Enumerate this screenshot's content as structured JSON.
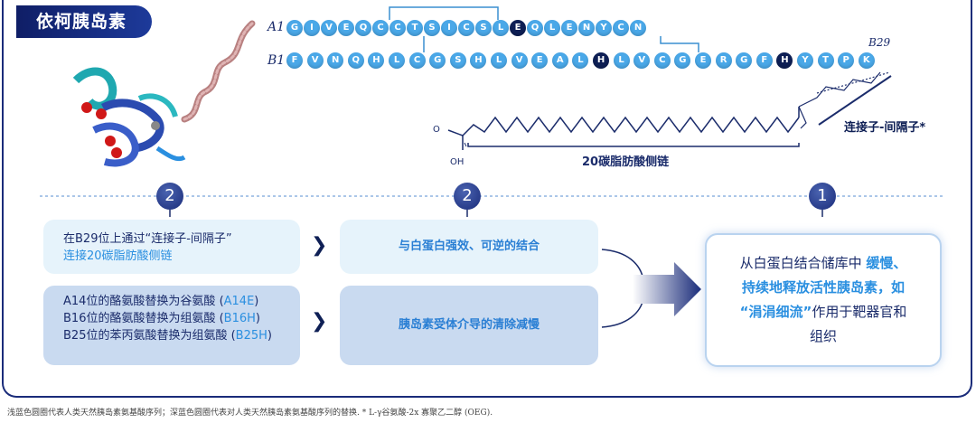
{
  "title": "依柯胰岛素",
  "chains": {
    "a_label": "A1",
    "b_label": "B1",
    "b29_label": "B29",
    "a": [
      {
        "aa": "G",
        "dark": false
      },
      {
        "aa": "I",
        "dark": false
      },
      {
        "aa": "V",
        "dark": false
      },
      {
        "aa": "E",
        "dark": false
      },
      {
        "aa": "Q",
        "dark": false
      },
      {
        "aa": "C",
        "dark": false
      },
      {
        "aa": "C",
        "dark": false
      },
      {
        "aa": "T",
        "dark": false
      },
      {
        "aa": "S",
        "dark": false
      },
      {
        "aa": "I",
        "dark": false
      },
      {
        "aa": "C",
        "dark": false
      },
      {
        "aa": "S",
        "dark": false
      },
      {
        "aa": "L",
        "dark": false
      },
      {
        "aa": "E",
        "dark": true
      },
      {
        "aa": "Q",
        "dark": false
      },
      {
        "aa": "L",
        "dark": false
      },
      {
        "aa": "E",
        "dark": false
      },
      {
        "aa": "N",
        "dark": false
      },
      {
        "aa": "Y",
        "dark": false
      },
      {
        "aa": "C",
        "dark": false
      },
      {
        "aa": "N",
        "dark": false
      }
    ],
    "b": [
      {
        "aa": "F",
        "dark": false
      },
      {
        "aa": "V",
        "dark": false
      },
      {
        "aa": "N",
        "dark": false
      },
      {
        "aa": "Q",
        "dark": false
      },
      {
        "aa": "H",
        "dark": false
      },
      {
        "aa": "L",
        "dark": false
      },
      {
        "aa": "C",
        "dark": false
      },
      {
        "aa": "G",
        "dark": false
      },
      {
        "aa": "S",
        "dark": false
      },
      {
        "aa": "H",
        "dark": false
      },
      {
        "aa": "L",
        "dark": false
      },
      {
        "aa": "V",
        "dark": false
      },
      {
        "aa": "E",
        "dark": false
      },
      {
        "aa": "A",
        "dark": false
      },
      {
        "aa": "L",
        "dark": false
      },
      {
        "aa": "H",
        "dark": true
      },
      {
        "aa": "L",
        "dark": false
      },
      {
        "aa": "V",
        "dark": false
      },
      {
        "aa": "C",
        "dark": false
      },
      {
        "aa": "G",
        "dark": false
      },
      {
        "aa": "E",
        "dark": false
      },
      {
        "aa": "R",
        "dark": false
      },
      {
        "aa": "G",
        "dark": false
      },
      {
        "aa": "F",
        "dark": false
      },
      {
        "aa": "H",
        "dark": true
      },
      {
        "aa": "Y",
        "dark": false
      },
      {
        "aa": "T",
        "dark": false
      },
      {
        "aa": "P",
        "dark": false
      },
      {
        "aa": "K",
        "dark": false
      }
    ]
  },
  "structure": {
    "linker_label": "连接子-间隔子*",
    "chain_label": "20碳脂肪酸侧链",
    "o_label": "O",
    "oh_label": "OH"
  },
  "steps": {
    "n2a": "2",
    "n2b": "2",
    "n1": "1"
  },
  "left_top": {
    "line1": "在B29位上通过“连接子-间隔子”",
    "line2": "连接20碳脂肪酸侧链"
  },
  "left_bottom": {
    "l1": "A14位的酪氨酸替换为谷氨酸 (",
    "l1h": "A14E",
    "l1e": ")",
    "l2": "B16位的酪氨酸替换为组氨酸 (",
    "l2h": "B16H",
    "l2e": ")",
    "l3": "B25位的苯丙氨酸替换为组氨酸 (",
    "l3h": "B25H",
    "l3e": ")"
  },
  "mid_top": "与白蛋白强效、可逆的结合",
  "mid_bottom": "胰岛素受体介导的清除减慢",
  "final": {
    "p1": "从白蛋白结合储库中 ",
    "p1h": "缓慢、",
    "p2h": "持续地释放活性胰岛素，如",
    "p3h": "“涓涓细流”",
    "p3": "作用于靶器官和",
    "p4": "组织"
  },
  "footnote": "浅蓝色圆圈代表人类天然胰岛素氨基酸序列；深蓝色圆圈代表对人类天然胰岛素氨基酸序列的替换. * L-γ谷氨酸-2x 寡聚乙二醇 (OEG).",
  "colors": {
    "navy": "#0e1f55",
    "light_residue": "#4aa8e8",
    "accent": "#2a8fe0"
  }
}
